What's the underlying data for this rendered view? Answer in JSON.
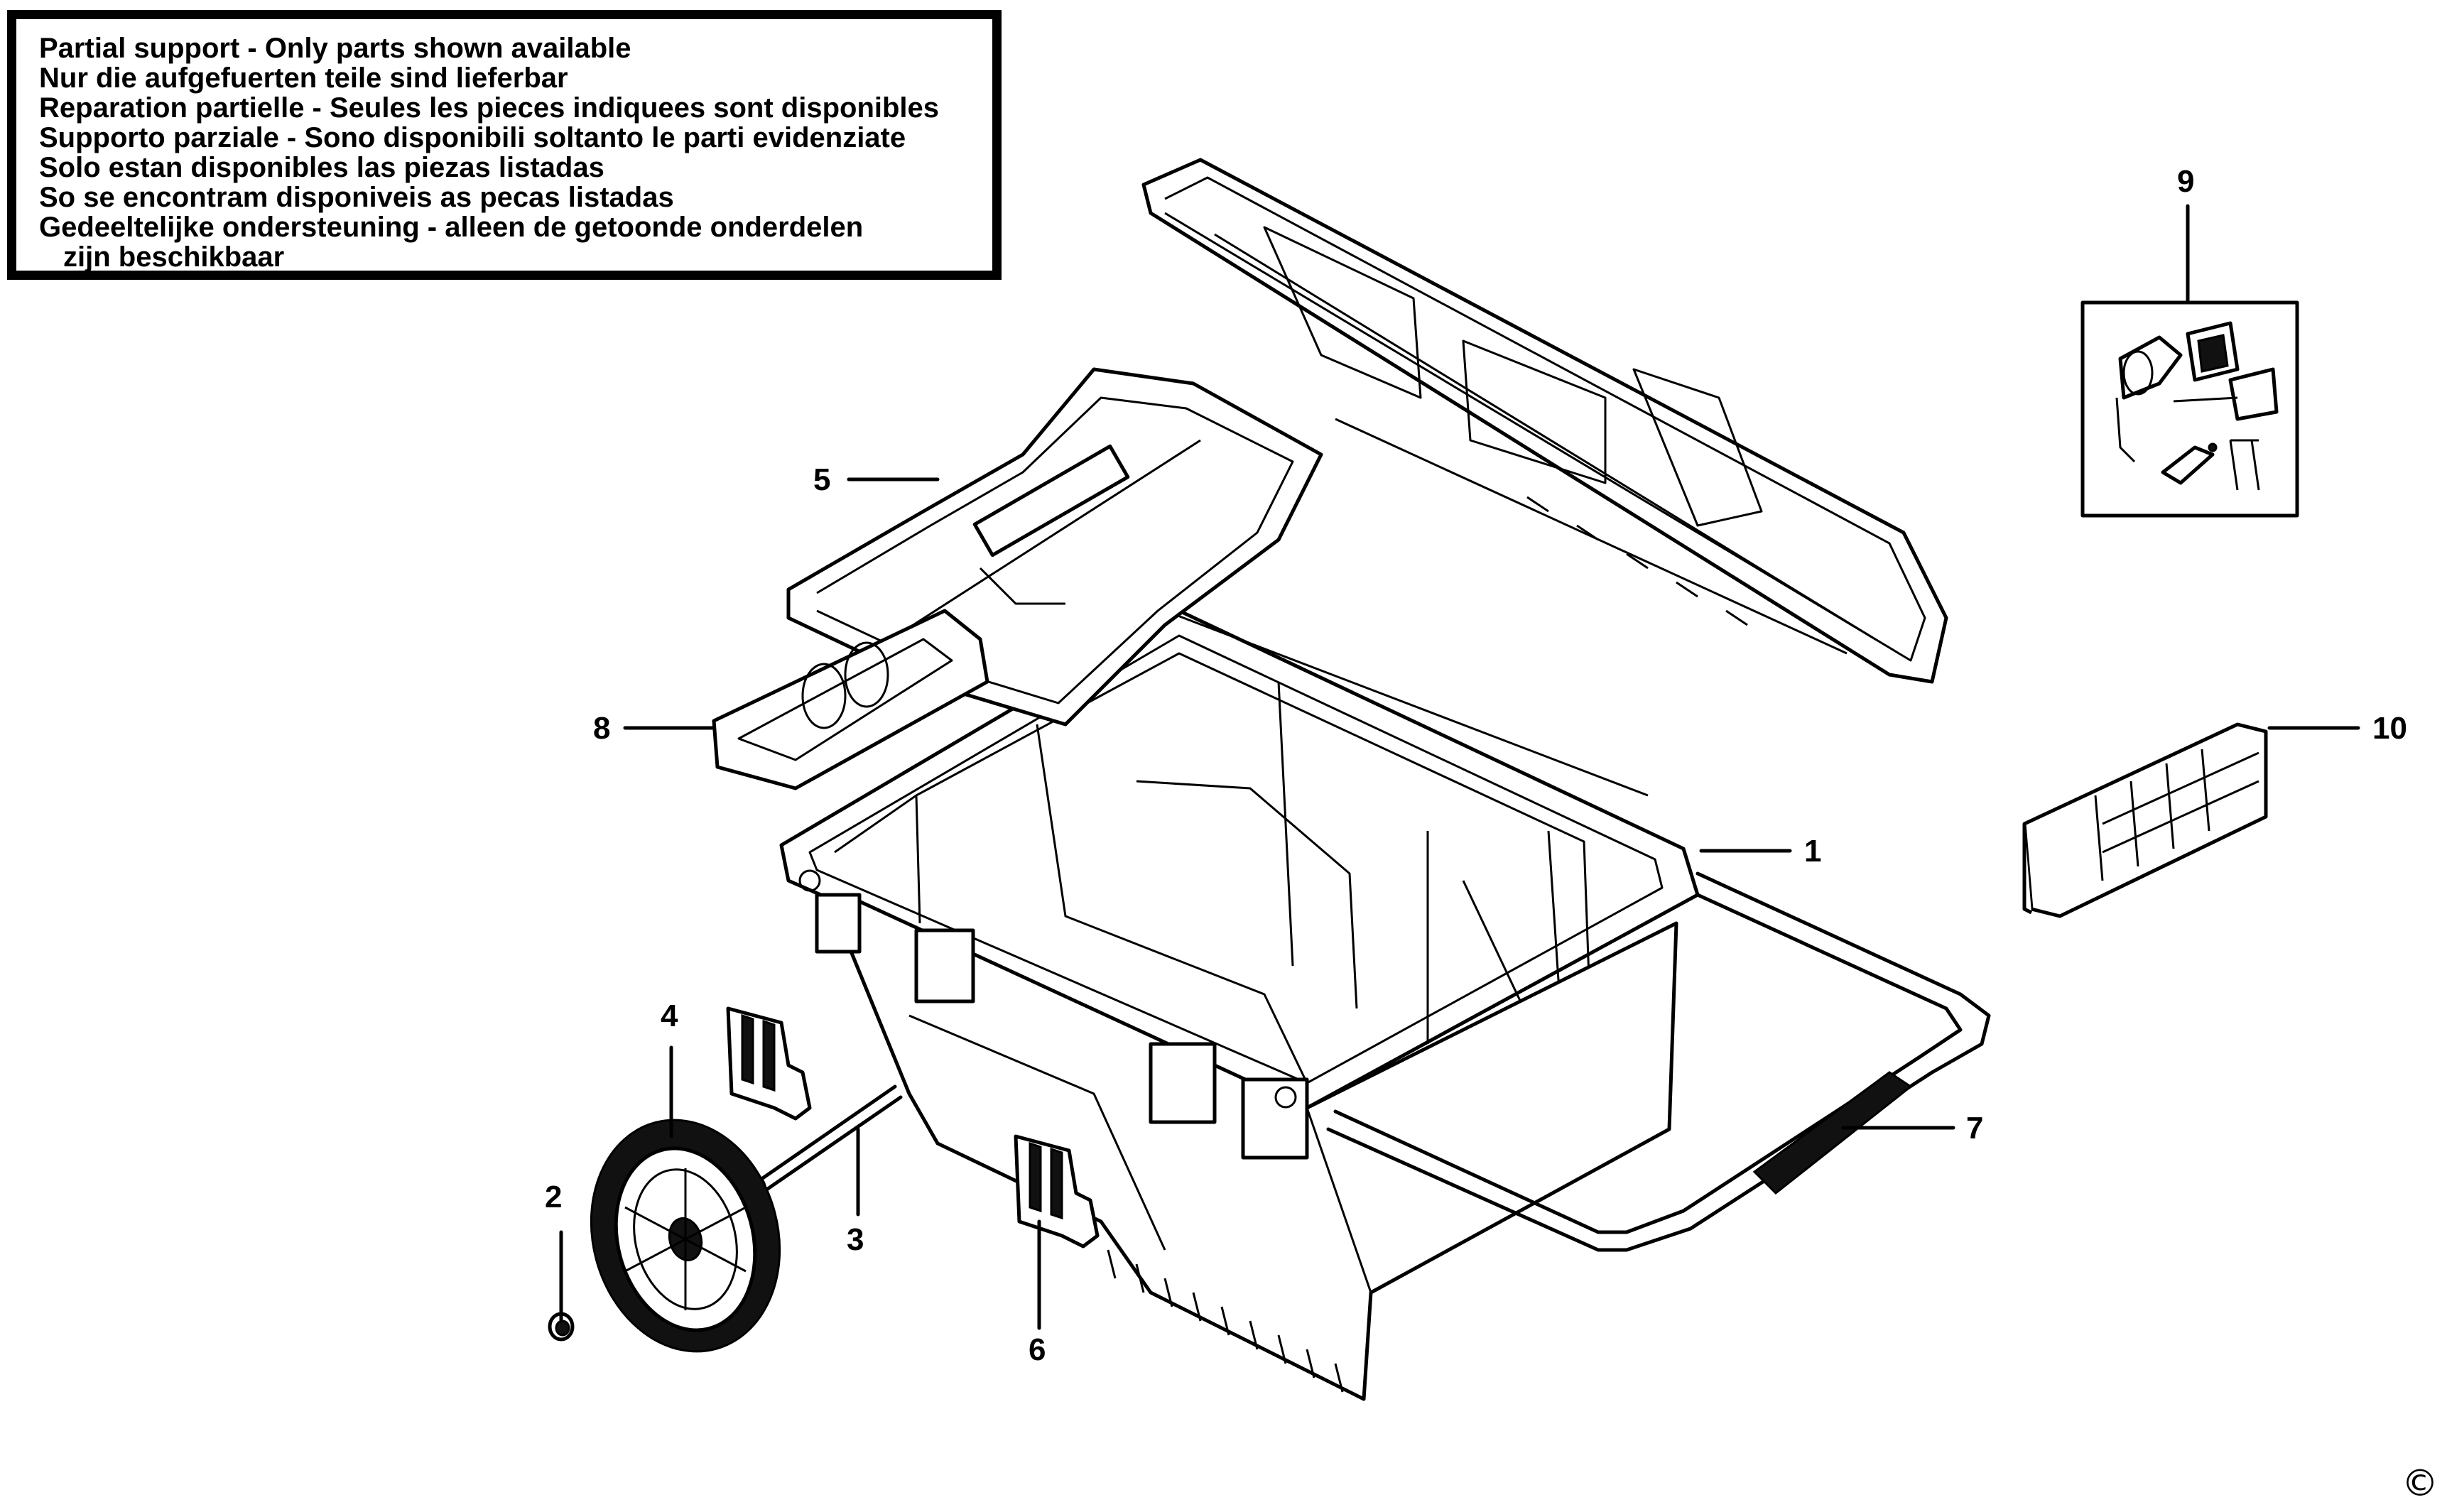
{
  "notice": {
    "lines": [
      "Partial support - Only parts shown available",
      "Nur die aufgefuerten teile sind lieferbar",
      "Reparation partielle - Seules les pieces indiquees sont disponibles",
      "Supporto parziale - Sono disponibili soltanto le parti evidenziate",
      "Solo estan disponibles las piezas listadas",
      "So se encontram disponiveis as pecas listadas",
      "Gedeeltelijke ondersteuning - alleen de getoonde onderdelen",
      "zijn beschikbaar"
    ]
  },
  "callouts": {
    "c1": "1",
    "c2": "2",
    "c3": "3",
    "c4": "4",
    "c5": "5",
    "c6": "6",
    "c7": "7",
    "c8": "8",
    "c9": "9",
    "c10": "10"
  },
  "copyright": "©"
}
